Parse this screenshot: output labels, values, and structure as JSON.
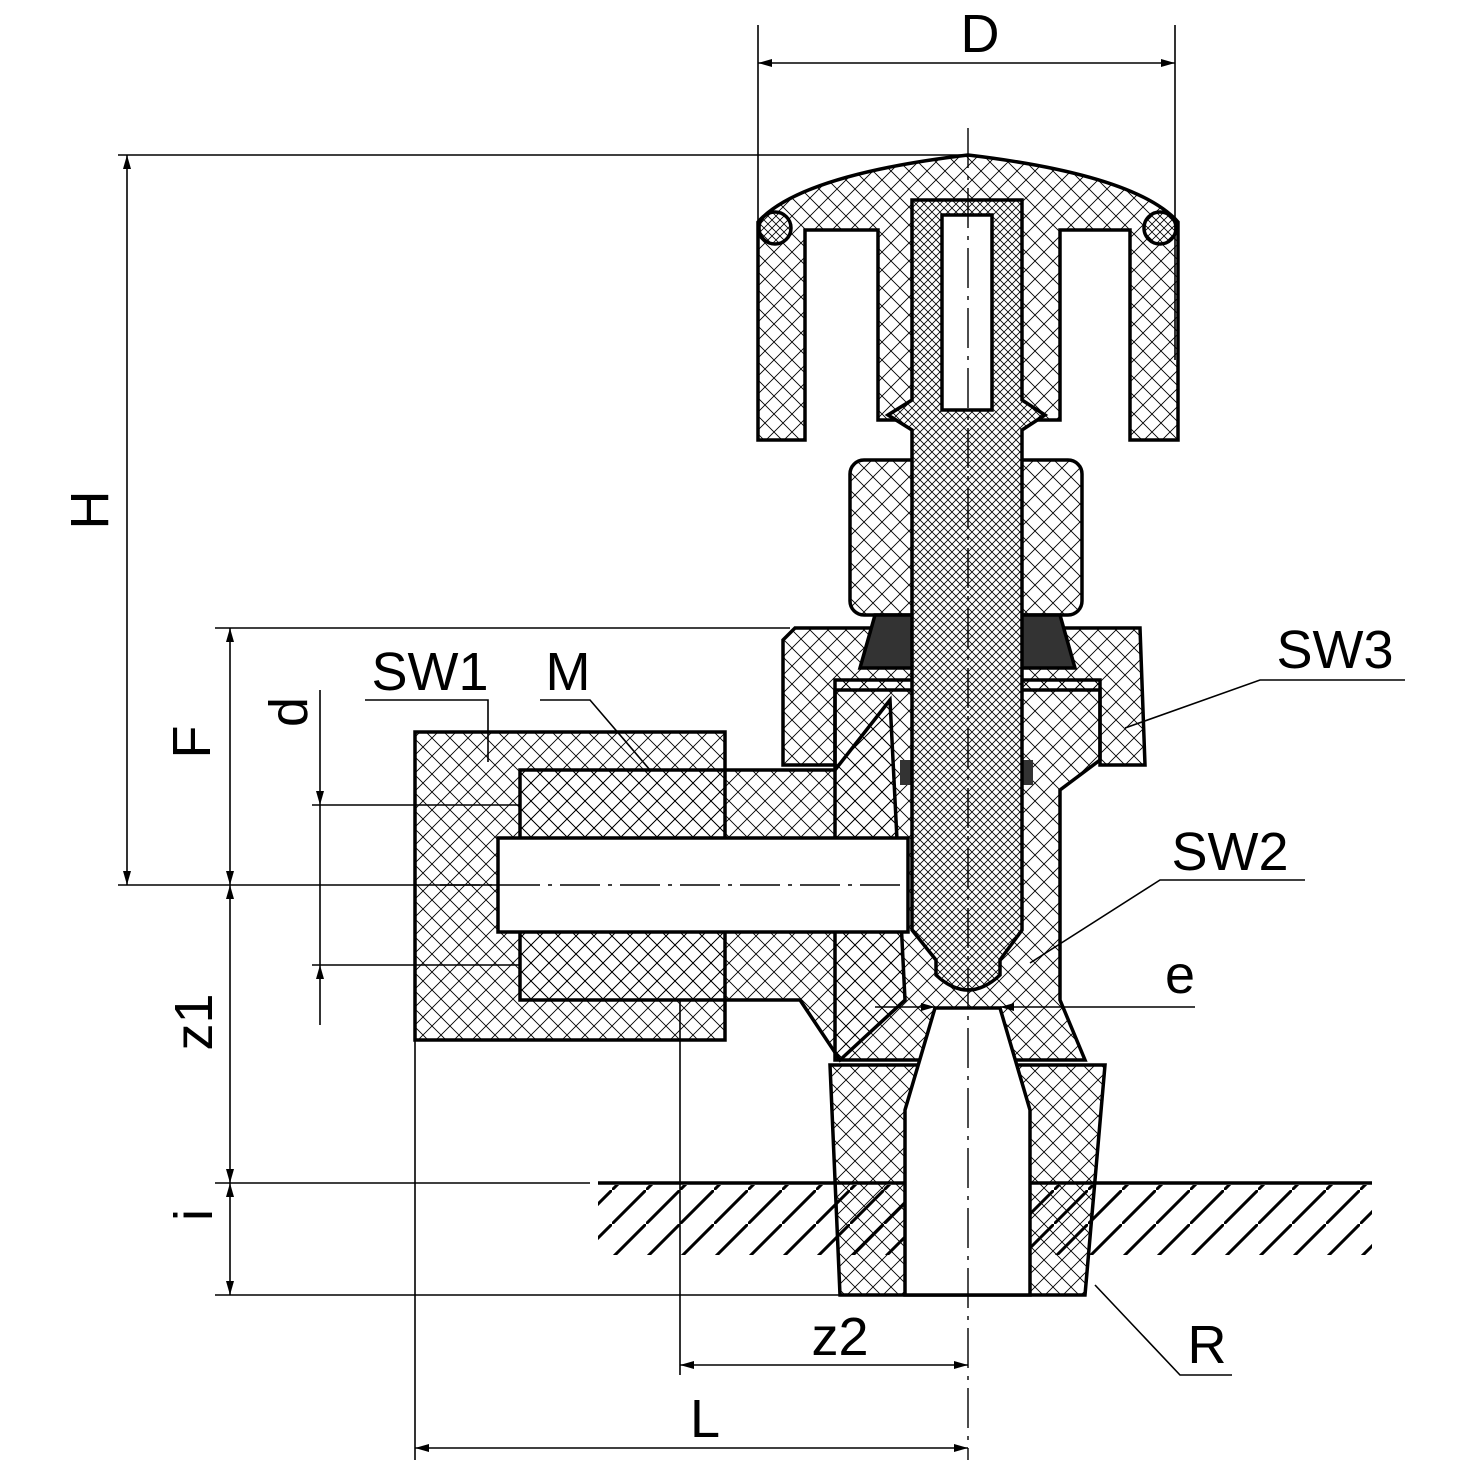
{
  "drawing": {
    "title": "Angle radiator valve cross-section",
    "dimensions": {
      "D": "D",
      "H": "H",
      "F": "F",
      "d": "d",
      "z1": "z1",
      "i": "i",
      "z2": "z2",
      "L": "L",
      "e": "e"
    },
    "callouts": {
      "SW1": "SW1",
      "M": "M",
      "SW2": "SW2",
      "SW3": "SW3",
      "R": "R"
    }
  }
}
